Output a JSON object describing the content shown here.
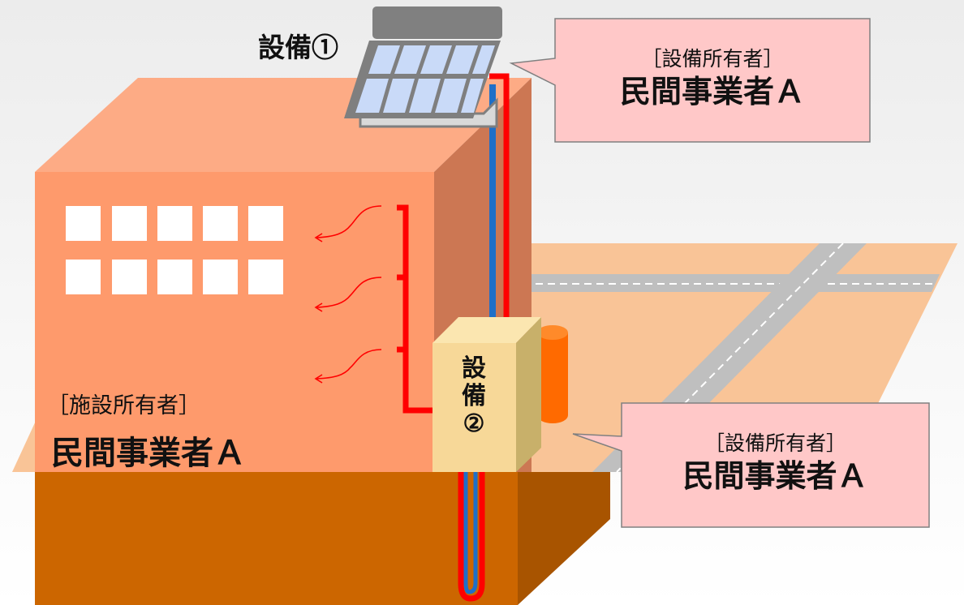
{
  "equipment1": {
    "label": "設備①"
  },
  "equipment2": {
    "label_lines": [
      "設",
      "備",
      "②"
    ]
  },
  "callout_top": {
    "sub": "［設備所有者］",
    "main": "民間事業者Ａ"
  },
  "callout_bottom": {
    "sub": "［設備所有者］",
    "main": "民間事業者Ａ"
  },
  "facility": {
    "sub": "［施設所有者］",
    "main": "民間事業者Ａ"
  },
  "colors": {
    "building_front": "#fe9a6c",
    "building_side": "#cc7753",
    "building_roof": "#fdab85",
    "ground": "#f9c497",
    "underground_front": "#cc6600",
    "underground_side": "#a85400",
    "road": "#bfbfbf",
    "hot_pipe": "#ff0000",
    "cold_pipe": "#1f6fc8",
    "callout_fill": "#ffc8c8",
    "equipment_box": "#f7d898",
    "tank": "#ff6a00"
  }
}
